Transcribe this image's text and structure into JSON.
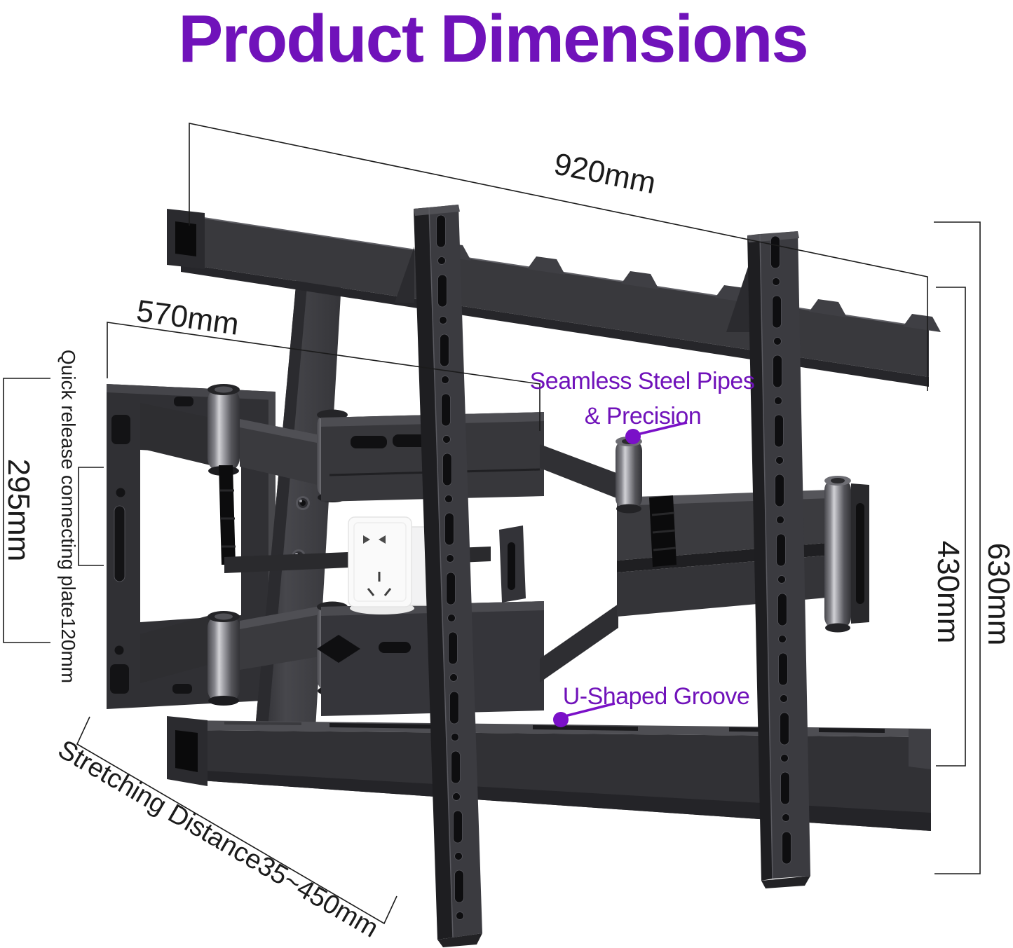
{
  "title": "Product Dimensions",
  "colors": {
    "accent": "#7012BA",
    "line": "#1B1B1B",
    "metal_dark": "#313135",
    "background": "#FFFFFF"
  },
  "dimensions": {
    "top_width": "920mm",
    "plate_width": "570mm",
    "plate_height": "295mm",
    "quick_release_plate": "Quick release connecting plate120mm",
    "inner_height": "430mm",
    "total_height": "630mm",
    "stretching_distance": "Stretching Distance35~450mm"
  },
  "callouts": {
    "steel_pipes_line1": "Seamless Steel Pipes",
    "steel_pipes_line2": "& Precision",
    "u_groove": "U-Shaped Groove"
  }
}
